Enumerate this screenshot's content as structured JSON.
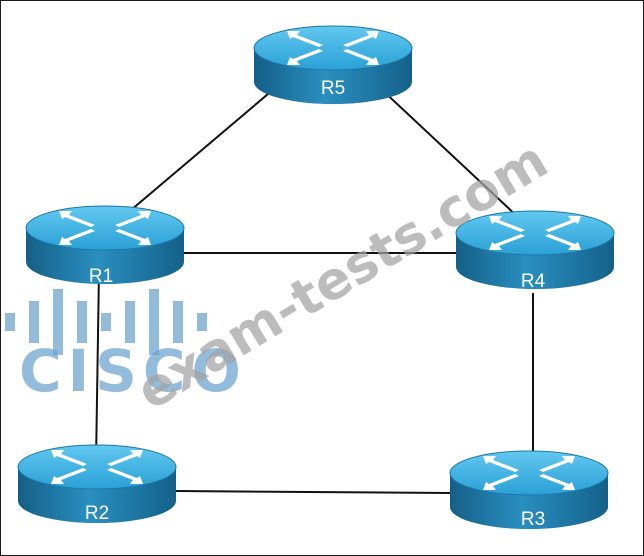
{
  "diagram": {
    "routers": [
      {
        "id": "R5",
        "label": "R5"
      },
      {
        "id": "R1",
        "label": "R1"
      },
      {
        "id": "R4",
        "label": "R4"
      },
      {
        "id": "R2",
        "label": "R2"
      },
      {
        "id": "R3",
        "label": "R3"
      }
    ],
    "links": [
      {
        "from": "R5",
        "to": "R1"
      },
      {
        "from": "R5",
        "to": "R4"
      },
      {
        "from": "R1",
        "to": "R4"
      },
      {
        "from": "R1",
        "to": "R2"
      },
      {
        "from": "R4",
        "to": "R3"
      },
      {
        "from": "R2",
        "to": "R3"
      }
    ]
  },
  "watermark": {
    "logo_text": "CISCO",
    "site_text": "exam-tests.com"
  },
  "colors": {
    "router_top": "#3fb2e3",
    "router_side": "#1c78a6",
    "link": "#111111",
    "logo": "#6aa2cf",
    "watermark": "#a3a3a3"
  }
}
